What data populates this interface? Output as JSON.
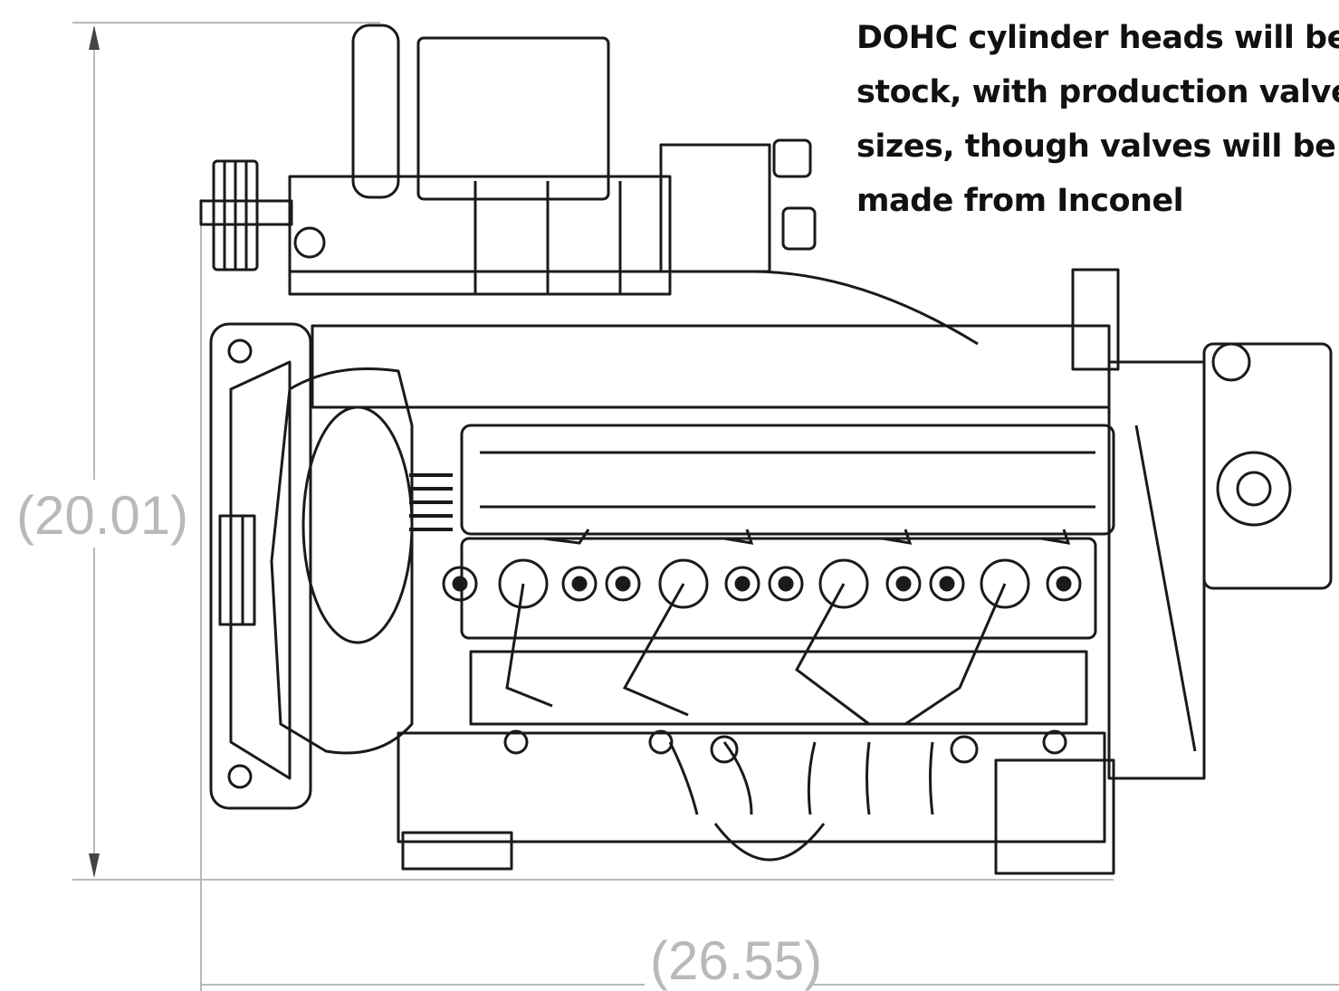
{
  "caption": {
    "lines": [
      "DOHC cylinder heads will be",
      "stock, with production valve",
      "sizes, though valves will be",
      "made from Inconel"
    ]
  },
  "dimensions": {
    "height": "(20.01)",
    "width": "(26.55)"
  },
  "colors": {
    "line": "#1a1a1a",
    "dimension": "#b9b9b9",
    "background": "#ffffff"
  }
}
